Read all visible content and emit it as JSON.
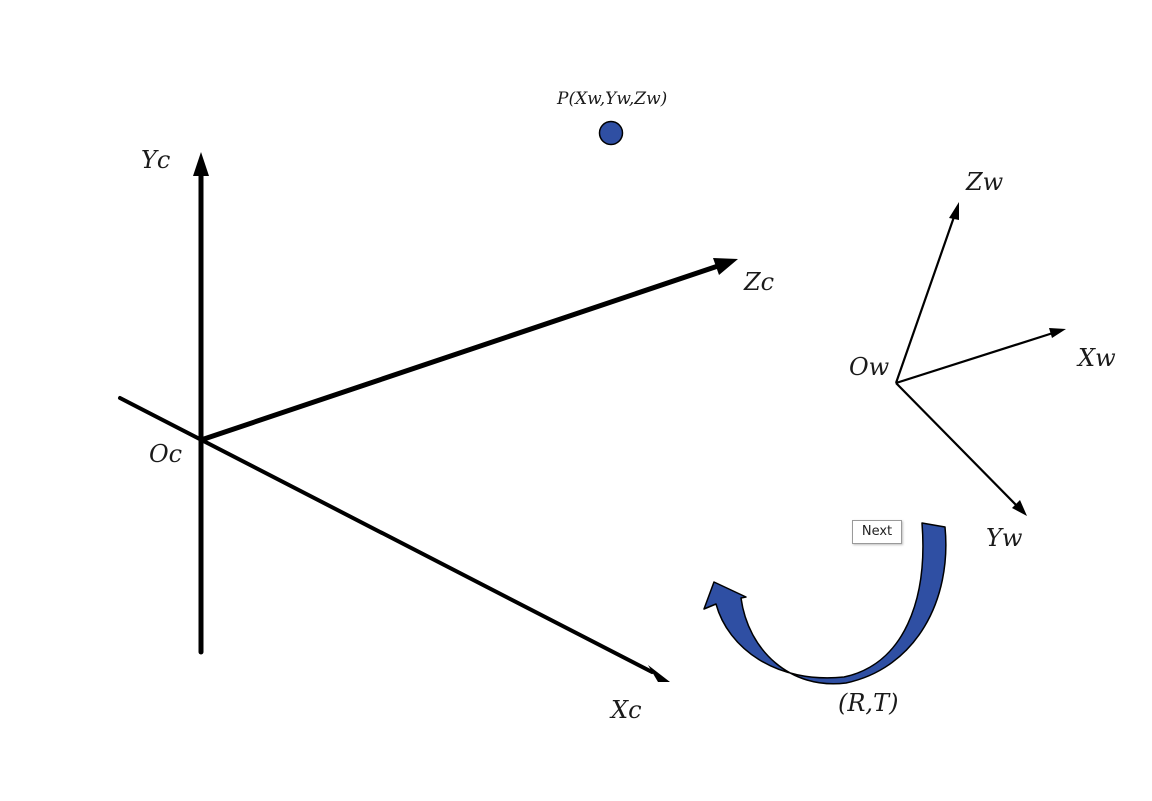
{
  "labels": {
    "point": "P(Xw,Yw,Zw)",
    "camera_y": "Yc",
    "camera_z": "Zc",
    "camera_x": "Xc",
    "camera_origin": "Oc",
    "world_z": "Zw",
    "world_x": "Xw",
    "world_y": "Yw",
    "world_origin": "Ow",
    "transform": "(R,T)"
  },
  "controls": {
    "next_label": "Next"
  },
  "colors": {
    "point_fill": "#2f4fa3",
    "arrow_fill": "#2f4fa3",
    "axis_stroke": "#000000"
  }
}
